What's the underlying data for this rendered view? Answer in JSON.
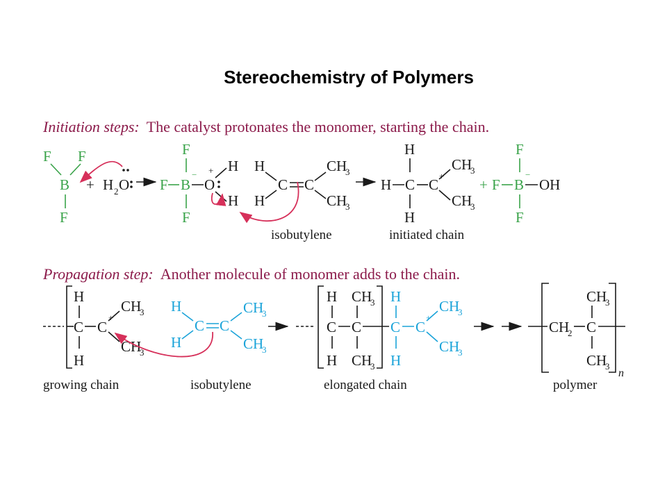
{
  "title": "Stereochemistry of Polymers",
  "initiation": {
    "lead": "Initiation steps:",
    "text": "The catalyst protonates the monomer, starting the chain.",
    "labels": {
      "isobutylene": "isobutylene",
      "initiated_chain": "initiated chain"
    }
  },
  "propagation": {
    "lead": "Propagation step:",
    "text": "Another molecule of monomer adds to the chain.",
    "labels": {
      "growing_chain": "growing chain",
      "isobutylene": "isobutylene",
      "elongated_chain": "elongated chain",
      "polymer": "polymer"
    }
  },
  "colors": {
    "header": "#8b1a4a",
    "catalyst": "#3aa34a",
    "monomer": "#1aa3d9",
    "electron_arrow": "#d6305a"
  }
}
